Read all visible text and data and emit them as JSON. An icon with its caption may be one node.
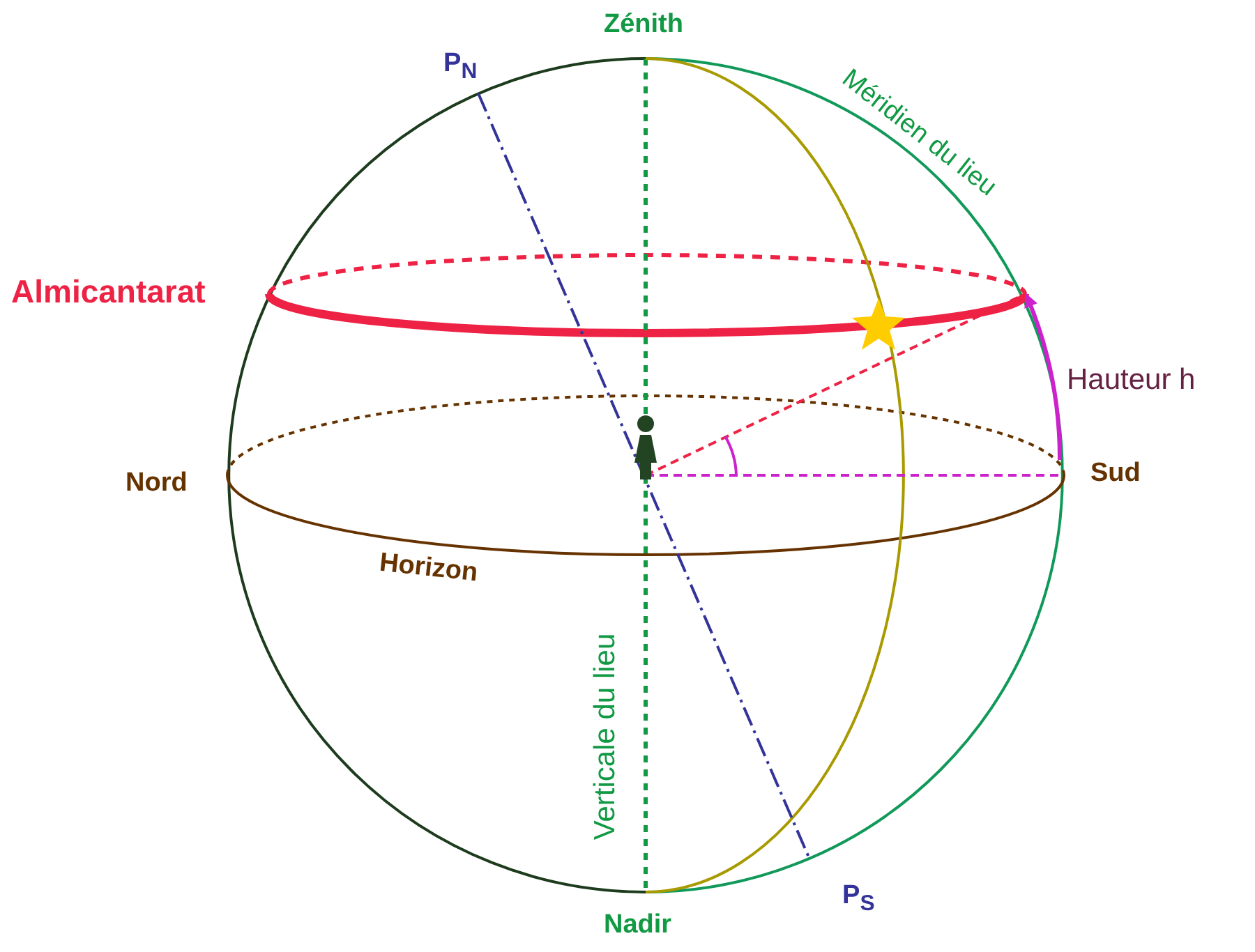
{
  "diagram": {
    "labels": [
      "Zénith",
      "P$_{N}$",
      "Méridien du lieu",
      "Almicantarat",
      "Hauteur h",
      "Nord",
      "Sud",
      "Horizon",
      "Verticale du lieu",
      "Nadir",
      "P$_{S}$"
    ]
  }
}
